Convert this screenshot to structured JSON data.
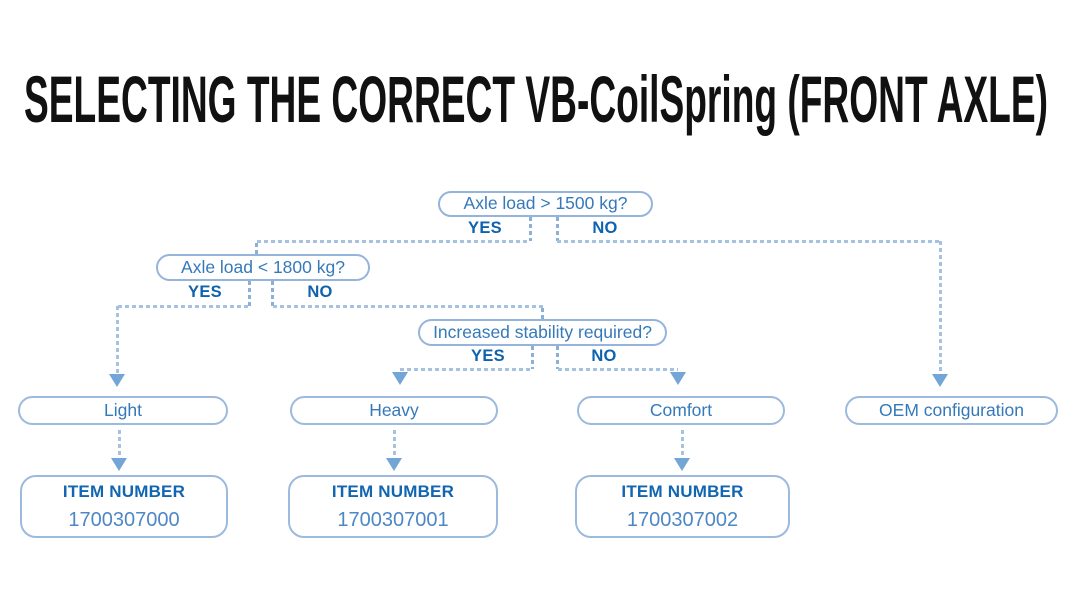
{
  "title": "SELECTING THE CORRECT VB-CoilSpring (FRONT AXLE)",
  "colors": {
    "title_text": "#111111",
    "box_border": "#94b4dc",
    "box_text": "#3579b9",
    "emphasis_text": "#0e63af",
    "connector": "#a6c2e3",
    "arrowhead": "#74a5d7",
    "item_heading_text": "#1166b2",
    "item_number_text": "#4d87c6"
  },
  "flowchart": {
    "decisions": [
      {
        "question": "Axle load > 1500 kg?",
        "yes_label": "YES",
        "no_label": "NO"
      },
      {
        "question": "Axle load < 1800 kg?",
        "yes_label": "YES",
        "no_label": "NO"
      },
      {
        "question": "Increased stability required?",
        "yes_label": "YES",
        "no_label": "NO"
      }
    ],
    "outcomes": [
      {
        "label": "Light"
      },
      {
        "label": "Heavy"
      },
      {
        "label": "Comfort"
      },
      {
        "label": "OEM configuration"
      }
    ],
    "item_cards": [
      {
        "heading": "ITEM NUMBER",
        "number": "1700307000"
      },
      {
        "heading": "ITEM NUMBER",
        "number": "1700307001"
      },
      {
        "heading": "ITEM NUMBER",
        "number": "1700307002"
      }
    ]
  }
}
